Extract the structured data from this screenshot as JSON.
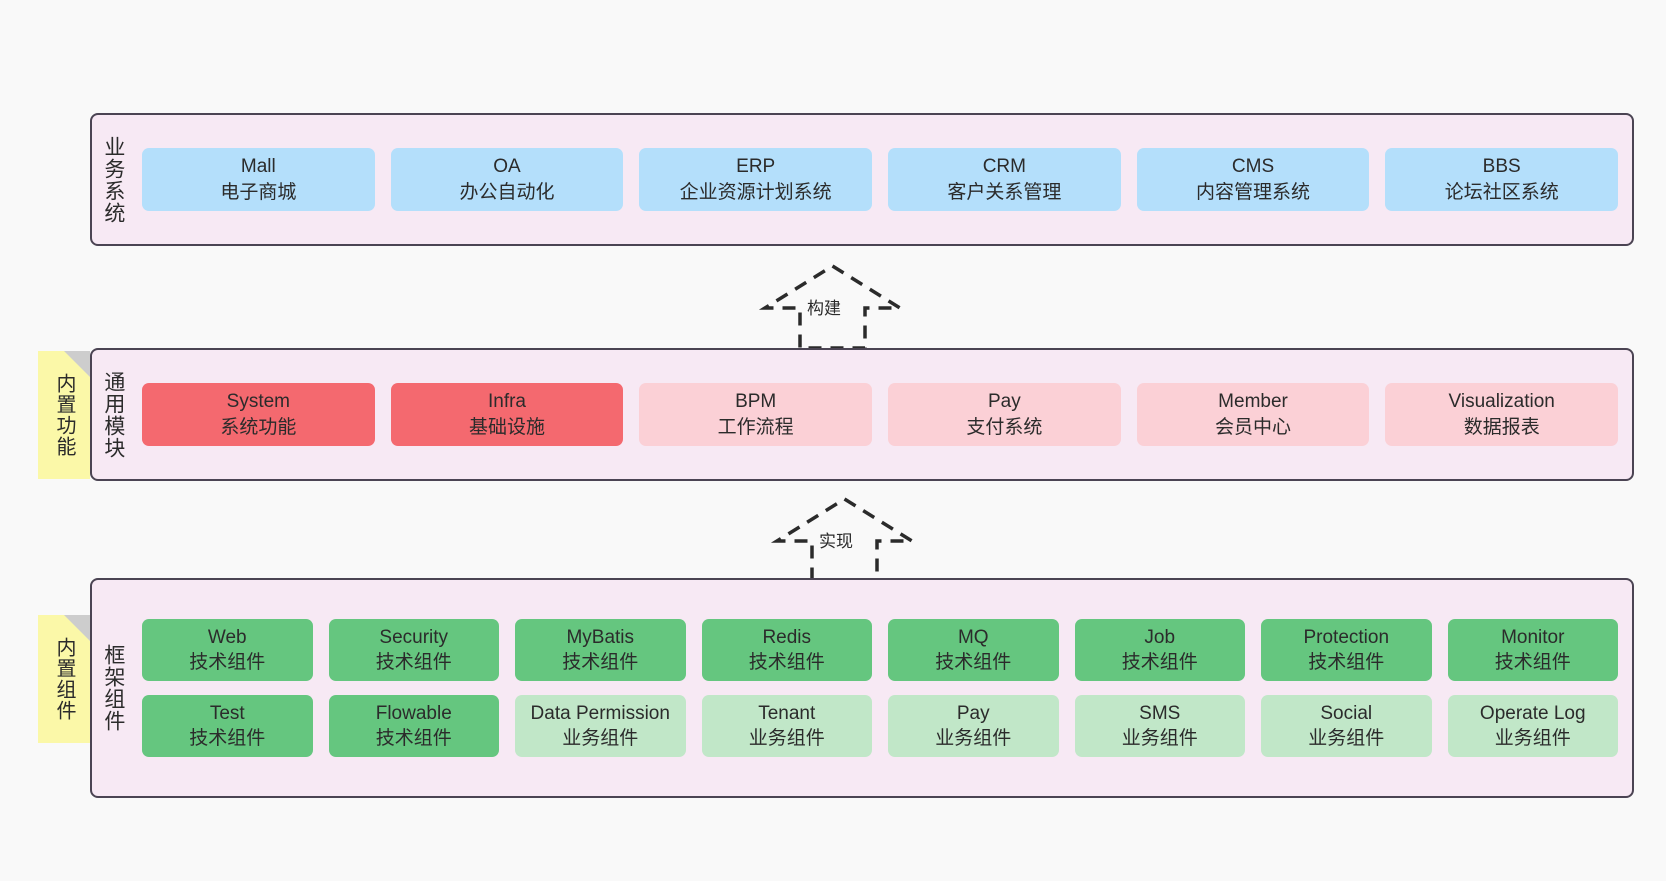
{
  "diagram": {
    "background": "#f9f9f9",
    "panel_fill": "#f7e8f4",
    "panel_border": "#4b4453",
    "colors": {
      "business": "#b4dffb",
      "core_module": "#f4696f",
      "module": "#fbd0d6",
      "tech_component": "#65c67f",
      "biz_component": "#c1e7c8",
      "note": "#fbf8a8"
    }
  },
  "layers": [
    {
      "id": "business-system",
      "title": "业务系统",
      "rows": [
        {
          "cards": [
            {
              "en": "Mall",
              "cn": "电子商城",
              "color": "business"
            },
            {
              "en": "OA",
              "cn": "办公自动化",
              "color": "business"
            },
            {
              "en": "ERP",
              "cn": "企业资源计划系统",
              "color": "business"
            },
            {
              "en": "CRM",
              "cn": "客户关系管理",
              "color": "business"
            },
            {
              "en": "CMS",
              "cn": "内容管理系统",
              "color": "business"
            },
            {
              "en": "BBS",
              "cn": "论坛社区系统",
              "color": "business"
            }
          ]
        }
      ]
    },
    {
      "id": "common-module",
      "title": "通用模块",
      "note": "内置功能",
      "rows": [
        {
          "cards": [
            {
              "en": "System",
              "cn": "系统功能",
              "color": "core_module"
            },
            {
              "en": "Infra",
              "cn": "基础设施",
              "color": "core_module"
            },
            {
              "en": "BPM",
              "cn": "工作流程",
              "color": "module"
            },
            {
              "en": "Pay",
              "cn": "支付系统",
              "color": "module"
            },
            {
              "en": "Member",
              "cn": "会员中心",
              "color": "module"
            },
            {
              "en": "Visualization",
              "cn": "数据报表",
              "color": "module"
            }
          ]
        }
      ]
    },
    {
      "id": "framework-component",
      "title": "框架组件",
      "note": "内置组件",
      "rows": [
        {
          "cards": [
            {
              "en": "Web",
              "cn": "技术组件",
              "color": "tech_component"
            },
            {
              "en": "Security",
              "cn": "技术组件",
              "color": "tech_component"
            },
            {
              "en": "MyBatis",
              "cn": "技术组件",
              "color": "tech_component"
            },
            {
              "en": "Redis",
              "cn": "技术组件",
              "color": "tech_component"
            },
            {
              "en": "MQ",
              "cn": "技术组件",
              "color": "tech_component"
            },
            {
              "en": "Job",
              "cn": "技术组件",
              "color": "tech_component"
            },
            {
              "en": "Protection",
              "cn": "技术组件",
              "color": "tech_component"
            },
            {
              "en": "Monitor",
              "cn": "技术组件",
              "color": "tech_component"
            }
          ]
        },
        {
          "cards": [
            {
              "en": "Test",
              "cn": "技术组件",
              "color": "tech_component"
            },
            {
              "en": "Flowable",
              "cn": "技术组件",
              "color": "tech_component"
            },
            {
              "en": "Data Permission",
              "cn": "业务组件",
              "color": "biz_component"
            },
            {
              "en": "Tenant",
              "cn": "业务组件",
              "color": "biz_component"
            },
            {
              "en": "Pay",
              "cn": "业务组件",
              "color": "biz_component"
            },
            {
              "en": "SMS",
              "cn": "业务组件",
              "color": "biz_component"
            },
            {
              "en": "Social",
              "cn": "业务组件",
              "color": "biz_component"
            },
            {
              "en": "Operate Log",
              "cn": "业务组件",
              "color": "biz_component"
            }
          ]
        }
      ]
    }
  ],
  "connectors": [
    {
      "id": "build",
      "label": "构建"
    },
    {
      "id": "implement",
      "label": "实现"
    }
  ]
}
